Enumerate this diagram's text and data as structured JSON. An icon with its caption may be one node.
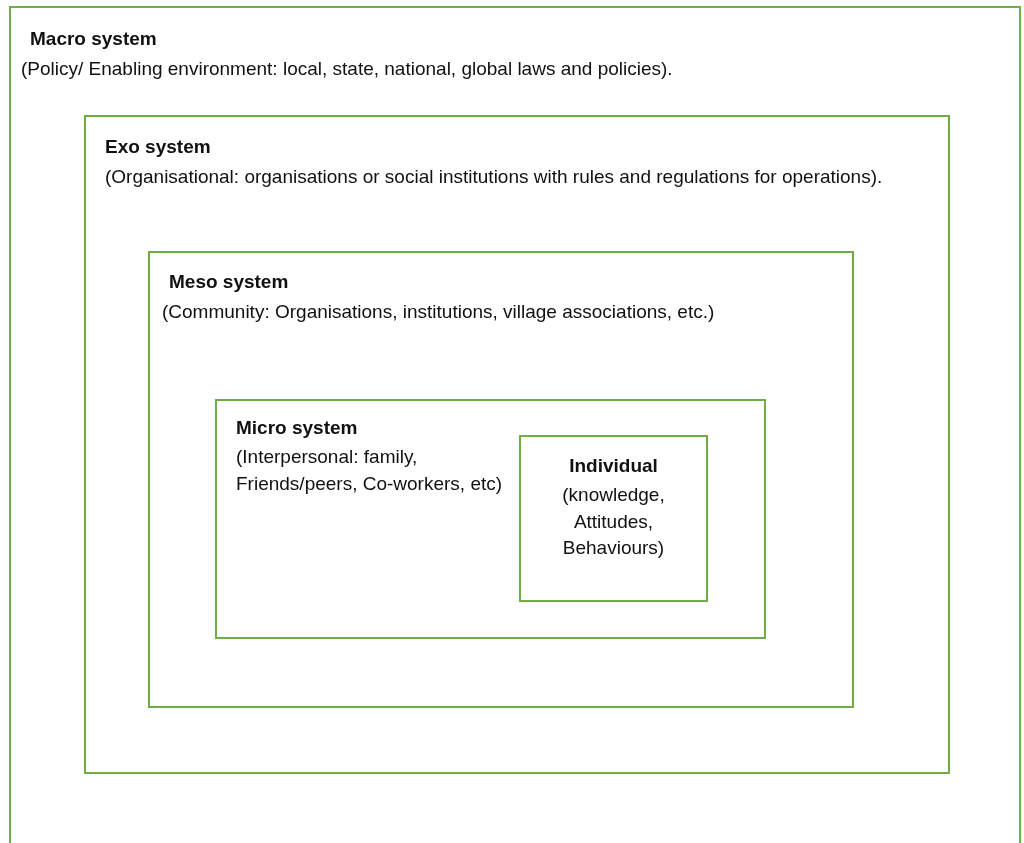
{
  "diagram": {
    "nodes": [
      {
        "text": [
          "Macro system",
          "(Policy/ Enabling environment: local, state, national, global laws and policies)."
        ]
      },
      {
        "text": [
          "Exo system",
          "(Organisational: organisations or social institutions with rules and regulations for operations)."
        ],
        "in": 0
      },
      {
        "text": [
          "Meso system",
          "(Community: Organisations, institutions, village associations, etc.)"
        ],
        "in": 1
      },
      {
        "text": [
          "Micro system",
          "(Interpersonal: family, Friends/peers, Co-workers, etc)"
        ],
        "in": 2
      },
      {
        "text": [
          "Individual",
          "(knowledge, Attitudes, Behaviours)"
        ],
        "in": 3
      }
    ]
  }
}
